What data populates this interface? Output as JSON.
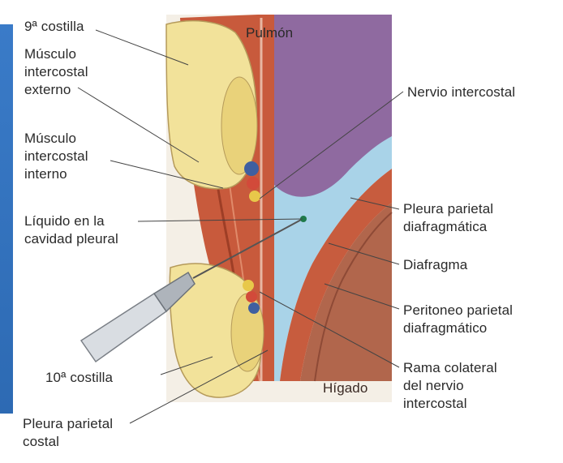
{
  "colors": {
    "lung": "#8f6aa0",
    "pleural_fluid": "#a9d3e8",
    "muscle": "#c85a3c",
    "rib": "#f2e29a",
    "liver": "#b1664c",
    "diaphragm": "#c75c3e",
    "accent_blue": "#3a7bc8"
  },
  "labels": {
    "rib9": "9ª costilla",
    "ext_muscle": "Músculo\nintercostal\nexterno",
    "int_muscle": "Músculo\nintercostal\ninterno",
    "pleural_fluid": "Líquido en la\ncavidad pleural",
    "rib10": "10ª costilla",
    "pleura_costal": "Pleura parietal\ncostal",
    "lung": "Pulmón",
    "intercostal_nerve": "Nervio intercostal",
    "pleura_diaphragm": "Pleura parietal\ndiafragmática",
    "diaphragm": "Diafragma",
    "peritoneum": "Peritoneo parietal\ndiafragmático",
    "collateral_branch": "Rama colateral\ndel nervio\nintercostal",
    "liver": "Hígado"
  }
}
